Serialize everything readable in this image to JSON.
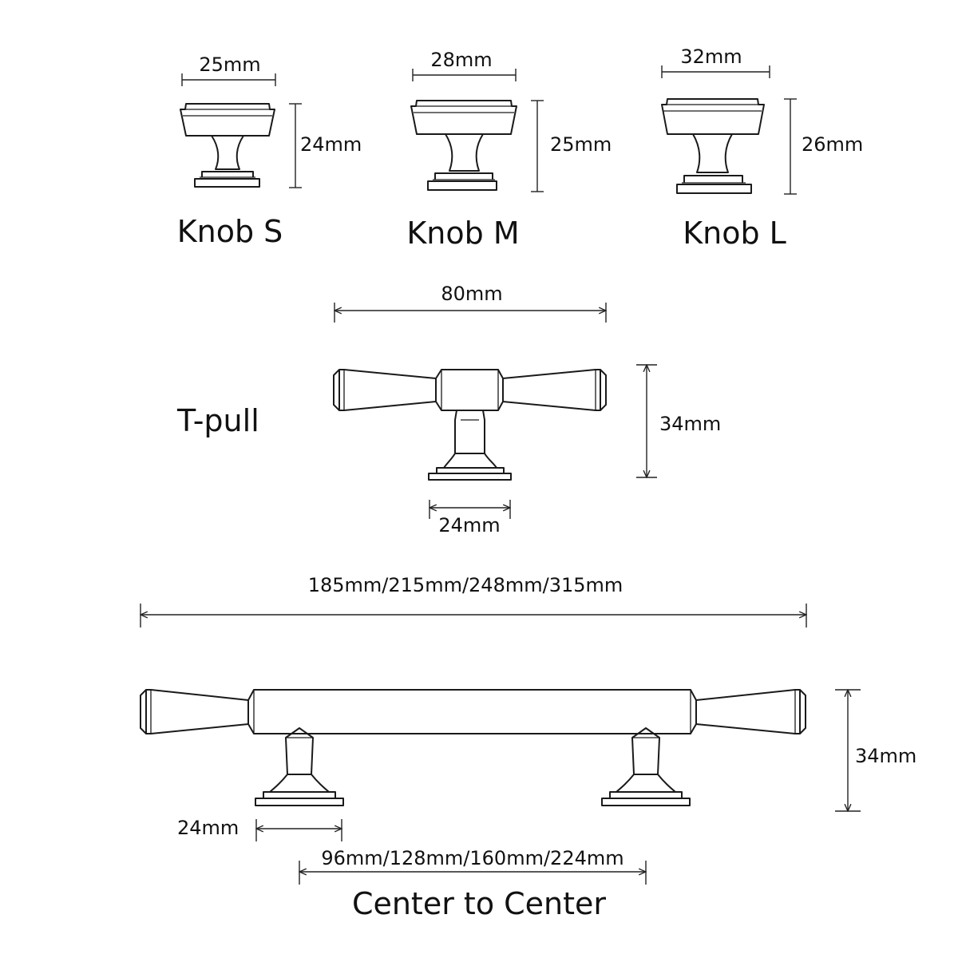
{
  "knobs": [
    {
      "name": "Knob S",
      "width_label": "25mm",
      "height_label": "24mm"
    },
    {
      "name": "Knob M",
      "width_label": "28mm",
      "height_label": "25mm"
    },
    {
      "name": "Knob L",
      "width_label": "32mm",
      "height_label": "26mm"
    }
  ],
  "tpull": {
    "name": "T-pull",
    "length_label": "80mm",
    "height_label": "34mm",
    "base_label": "24mm"
  },
  "bar_pull": {
    "length_label": "185mm/215mm/248mm/315mm",
    "height_label": "34mm",
    "base_label": "24mm",
    "center_label": "96mm/128mm/160mm/224mm",
    "center_caption": "Center to Center"
  }
}
